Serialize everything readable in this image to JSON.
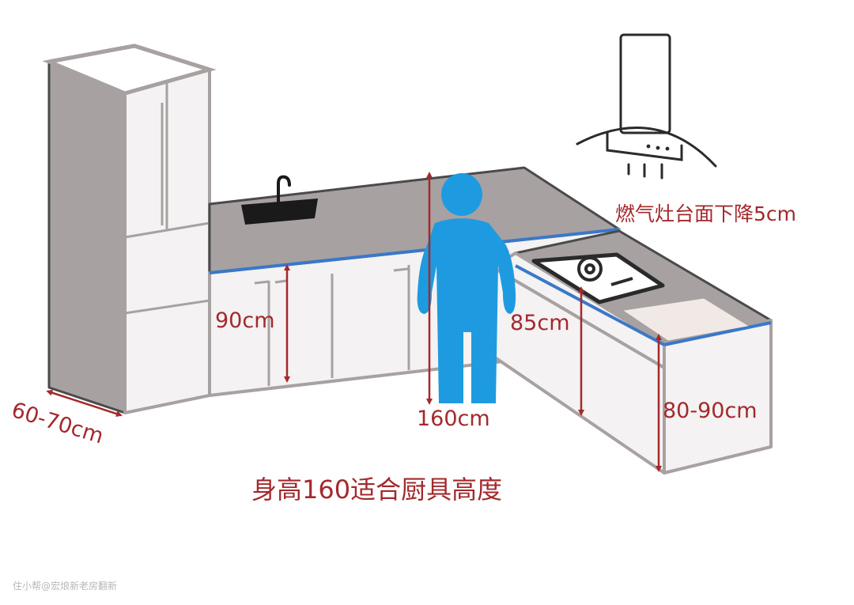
{
  "colors": {
    "cabinet_fill": "#f4f2f2",
    "body_gray": "#a8a1a1",
    "outline": "#4a4a4a",
    "counter_edge": "#3a78c8",
    "person": "#1e9be0",
    "dimension": "#a3292d",
    "cooktop": "#2a2a2a",
    "counter_board": "#f1e9e6"
  },
  "labels": {
    "fridge_depth": "60-70cm",
    "sink_counter_height": "90cm",
    "person_height": "160cm",
    "stove_counter_height": "85cm",
    "island_height": "80-90cm",
    "stove_note": "燃气灶台面下降5cm",
    "caption": "身高160适合厨具高度",
    "watermark": "住小帮@宏烺新老房翻新"
  },
  "icons": [
    "range-hood-icon",
    "faucet-icon",
    "sink-icon",
    "gas-stove-icon",
    "person-icon",
    "refrigerator-icon"
  ]
}
